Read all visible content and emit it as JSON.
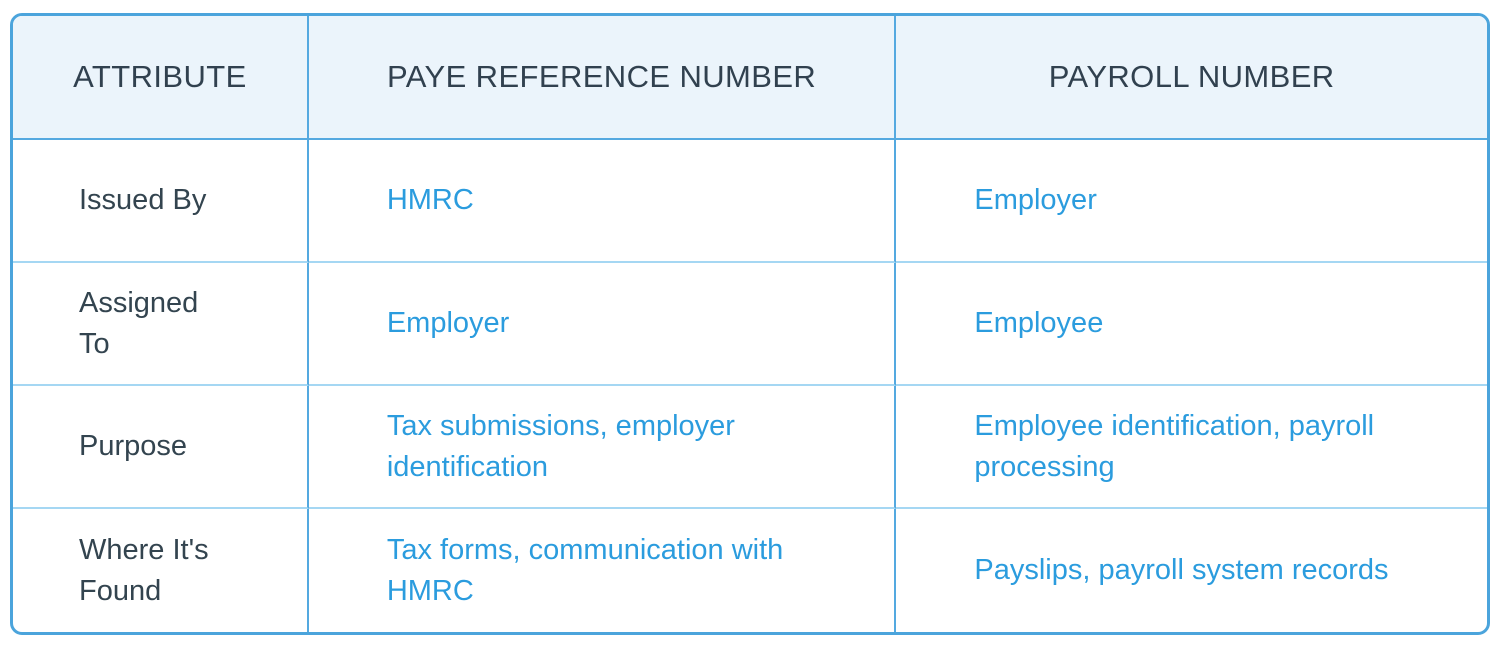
{
  "theme": {
    "page_bg": "#ffffff",
    "header_bg": "#EBF4FB",
    "header_text": "#31414F",
    "attribute_text": "#33444F",
    "value_text": "#2B9CDE",
    "outer_border": "#4BA4DC",
    "divider_strong": "#54A9E0",
    "divider_light": "#A5D7F3"
  },
  "chart_data": {
    "type": "table",
    "title": "",
    "columns": [
      "ATTRIBUTE",
      "PAYE REFERENCE NUMBER",
      "PAYROLL NUMBER"
    ],
    "rows": [
      [
        "Issued By",
        "HMRC",
        "Employer"
      ],
      [
        "Assigned To",
        "Employer",
        "Employee"
      ],
      [
        "Purpose",
        "Tax submissions, employer identification",
        "Employee identification, payroll processing"
      ],
      [
        "Where It's Found",
        "Tax forms, communication with HMRC",
        "Payslips, payroll system records"
      ]
    ]
  },
  "display": {
    "headers": [
      "ATTRIBUTE",
      "PAYE REFERENCE NUMBER",
      "PAYROLL NUMBER"
    ],
    "rows": [
      {
        "attribute": "Issued By",
        "paye": "HMRC",
        "payroll": "Employer"
      },
      {
        "attribute": "Assigned To",
        "paye": "Employer",
        "payroll": "Employee"
      },
      {
        "attribute": "Purpose",
        "paye": "Tax submissions, employer\nidentification",
        "payroll": "Employee identification, payroll\nprocessing"
      },
      {
        "attribute": "Where It's\nFound",
        "paye": "Tax forms, communication with\nHMRC",
        "payroll": "Payslips, payroll system records"
      }
    ]
  }
}
